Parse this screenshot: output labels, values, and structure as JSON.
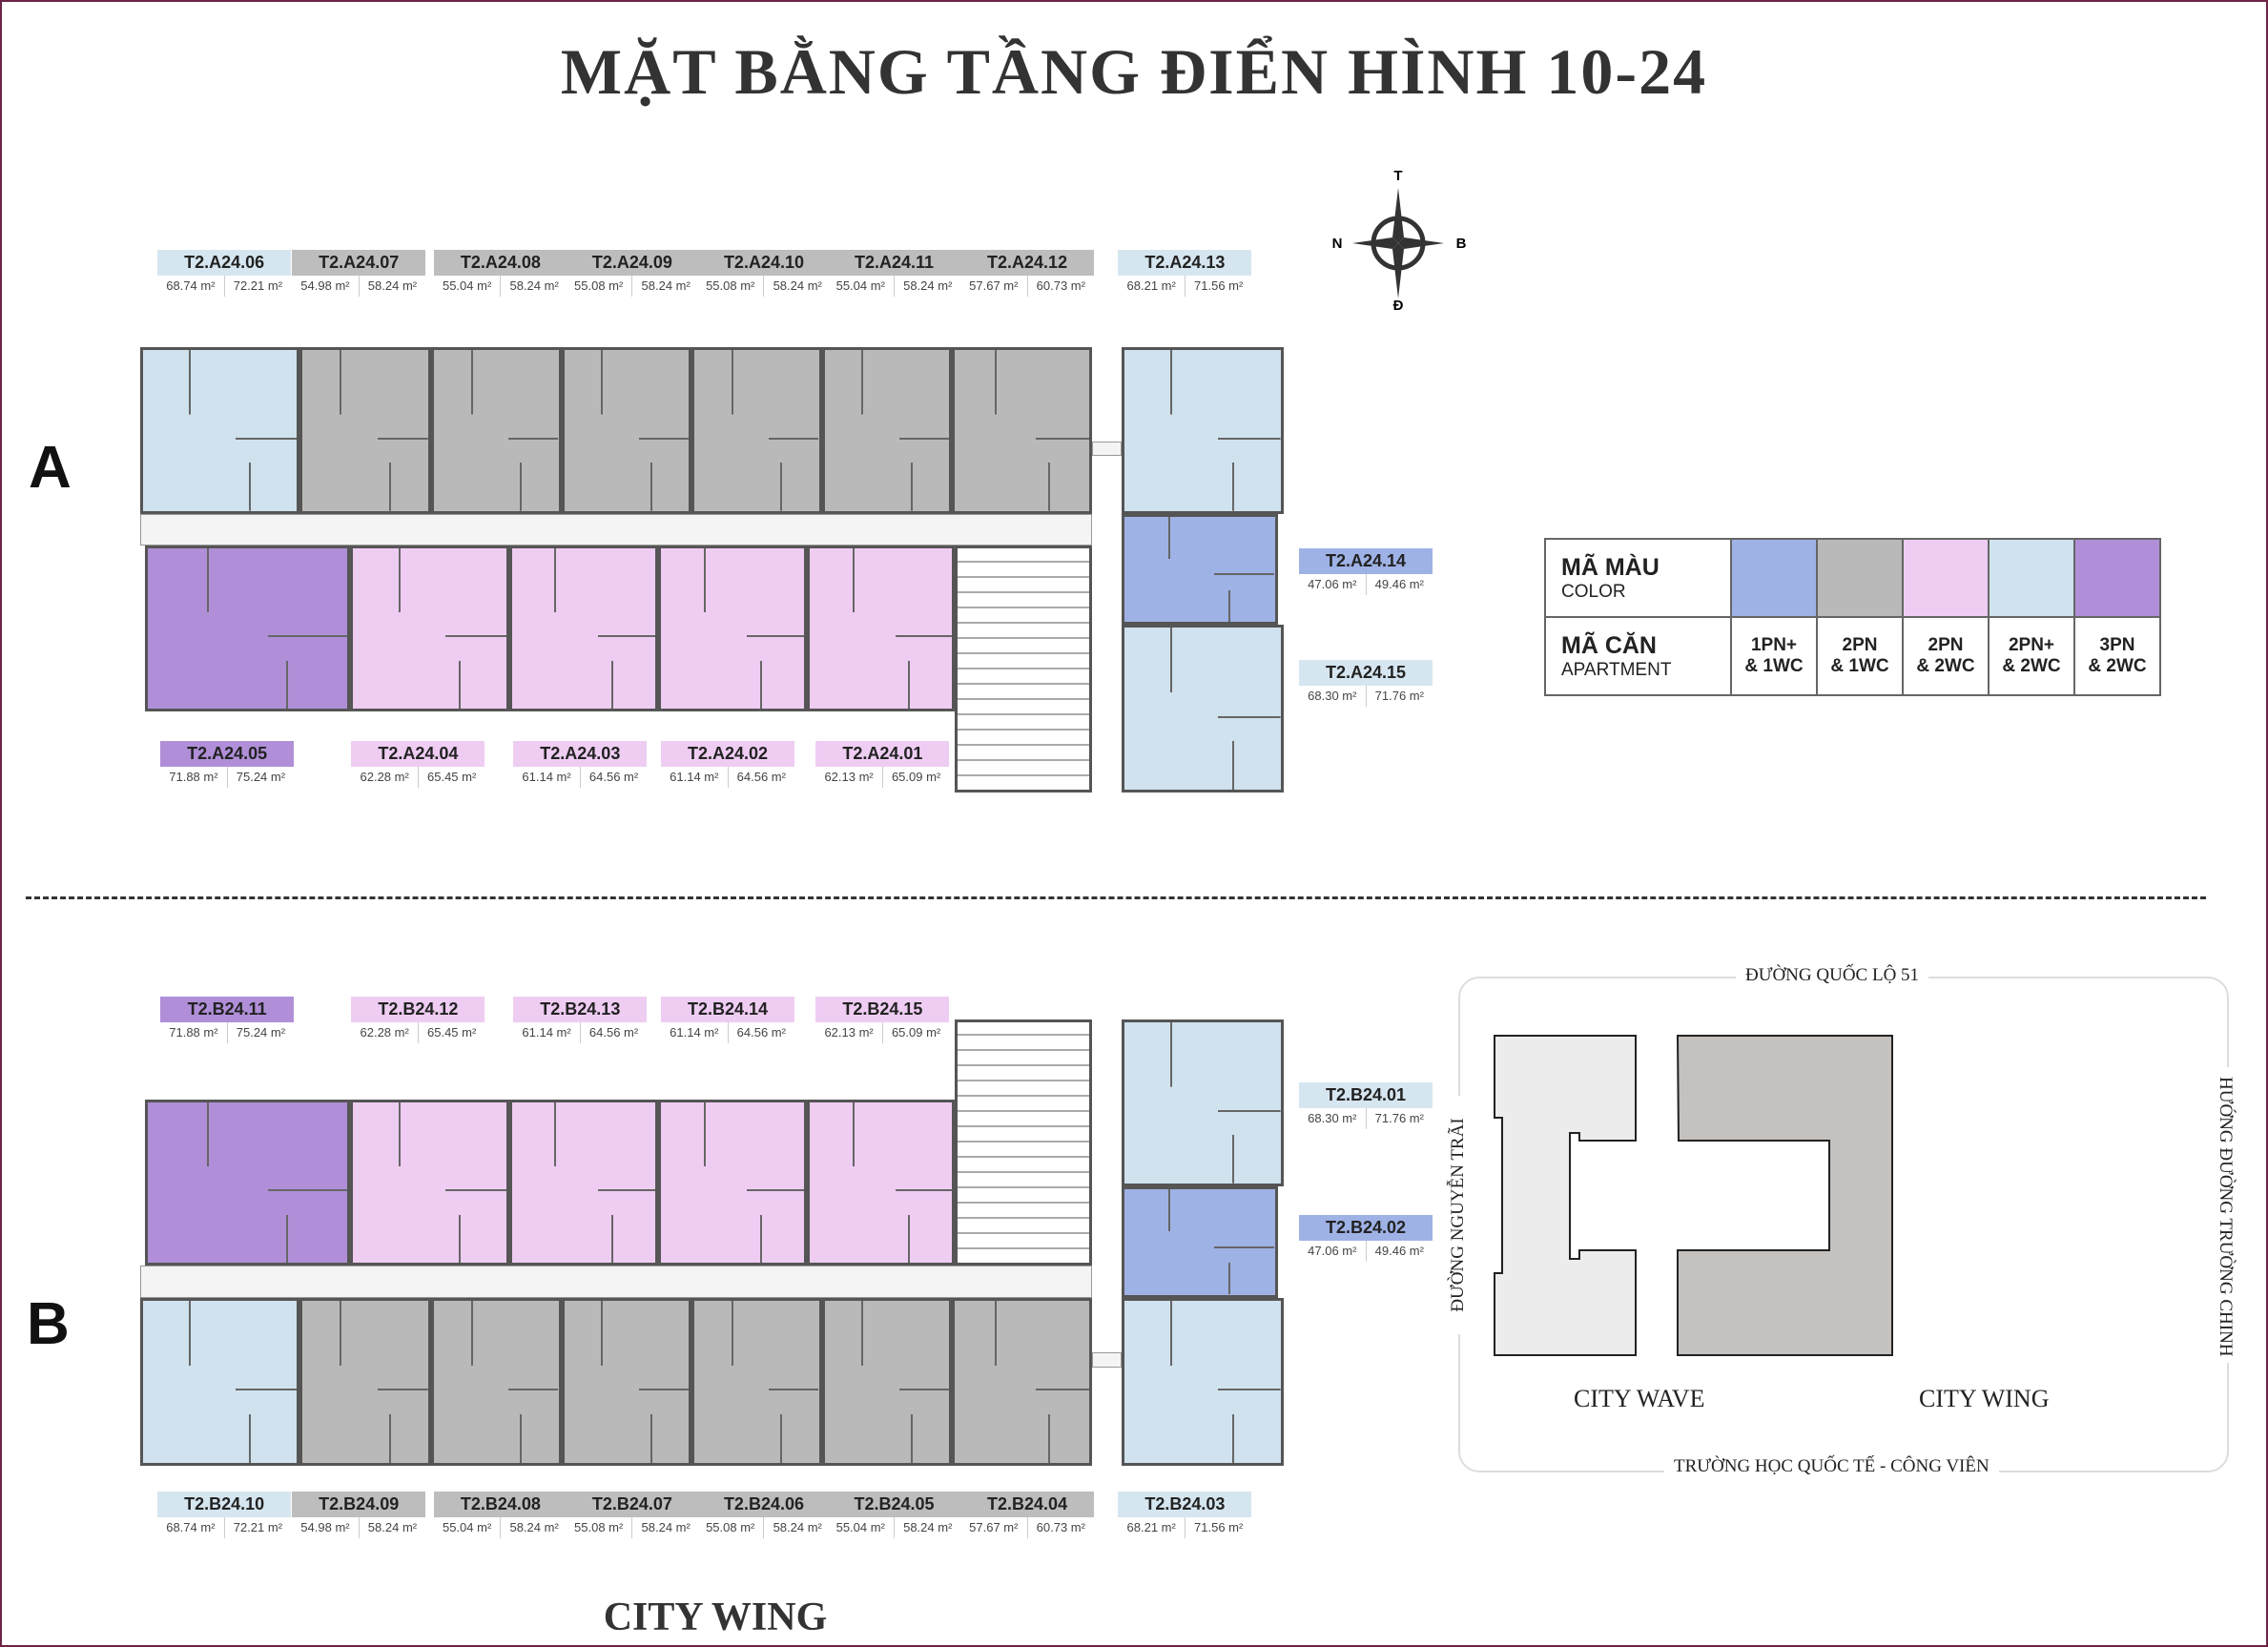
{
  "title": "MẶT BẰNG TẦNG ĐIỂN HÌNH 10-24",
  "compass": {
    "north": "T",
    "south": "Đ",
    "west": "N",
    "east": "B"
  },
  "colors": {
    "1pn1wc": "#9fb2e6",
    "2pn1wc": "#b9b9b9",
    "2pn2wc": "#efcdf3",
    "2pnp2wc": "#cfe2ee",
    "3pn2wc": "#b08fd8"
  },
  "label_colors": {
    "1pn1wc": "#9fb2e6",
    "2pn1wc": "#bdbdbd",
    "2pn2wc": "#efcdf3",
    "2pnp2wc": "#d6e6f0",
    "3pn2wc": "#b08fd8"
  },
  "wings": {
    "A": {
      "letter": "A",
      "units": [
        {
          "code": "T2.A24.06",
          "areas": [
            "68.74 m²",
            "72.21 m²"
          ],
          "type": "2pnp2wc"
        },
        {
          "code": "T2.A24.07",
          "areas": [
            "54.98 m²",
            "58.24 m²"
          ],
          "type": "2pn1wc"
        },
        {
          "code": "T2.A24.08",
          "areas": [
            "55.04 m²",
            "58.24 m²"
          ],
          "type": "2pn1wc"
        },
        {
          "code": "T2.A24.09",
          "areas": [
            "55.08 m²",
            "58.24 m²"
          ],
          "type": "2pn1wc"
        },
        {
          "code": "T2.A24.10",
          "areas": [
            "55.08 m²",
            "58.24 m²"
          ],
          "type": "2pn1wc"
        },
        {
          "code": "T2.A24.11",
          "areas": [
            "55.04 m²",
            "58.24 m²"
          ],
          "type": "2pn1wc"
        },
        {
          "code": "T2.A24.12",
          "areas": [
            "57.67 m²",
            "60.73 m²"
          ],
          "type": "2pn1wc"
        },
        {
          "code": "T2.A24.13",
          "areas": [
            "68.21 m²",
            "71.56 m²"
          ],
          "type": "2pnp2wc"
        },
        {
          "code": "T2.A24.14",
          "areas": [
            "47.06 m²",
            "49.46 m²"
          ],
          "type": "1pn1wc"
        },
        {
          "code": "T2.A24.15",
          "areas": [
            "68.30 m²",
            "71.76 m²"
          ],
          "type": "2pnp2wc"
        },
        {
          "code": "T2.A24.05",
          "areas": [
            "71.88 m²",
            "75.24 m²"
          ],
          "type": "3pn2wc"
        },
        {
          "code": "T2.A24.04",
          "areas": [
            "62.28 m²",
            "65.45 m²"
          ],
          "type": "2pn2wc"
        },
        {
          "code": "T2.A24.03",
          "areas": [
            "61.14 m²",
            "64.56 m²"
          ],
          "type": "2pn2wc"
        },
        {
          "code": "T2.A24.02",
          "areas": [
            "61.14 m²",
            "64.56 m²"
          ],
          "type": "2pn2wc"
        },
        {
          "code": "T2.A24.01",
          "areas": [
            "62.13 m²",
            "65.09 m²"
          ],
          "type": "2pn2wc"
        }
      ]
    },
    "B": {
      "letter": "B",
      "units": [
        {
          "code": "T2.B24.11",
          "areas": [
            "71.88 m²",
            "75.24 m²"
          ],
          "type": "3pn2wc"
        },
        {
          "code": "T2.B24.12",
          "areas": [
            "62.28 m²",
            "65.45 m²"
          ],
          "type": "2pn2wc"
        },
        {
          "code": "T2.B24.13",
          "areas": [
            "61.14 m²",
            "64.56 m²"
          ],
          "type": "2pn2wc"
        },
        {
          "code": "T2.B24.14",
          "areas": [
            "61.14 m²",
            "64.56 m²"
          ],
          "type": "2pn2wc"
        },
        {
          "code": "T2.B24.15",
          "areas": [
            "62.13 m²",
            "65.09 m²"
          ],
          "type": "2pn2wc"
        },
        {
          "code": "T2.B24.01",
          "areas": [
            "68.30 m²",
            "71.76 m²"
          ],
          "type": "2pnp2wc"
        },
        {
          "code": "T2.B24.02",
          "areas": [
            "47.06 m²",
            "49.46 m²"
          ],
          "type": "1pn1wc"
        },
        {
          "code": "T2.B24.10",
          "areas": [
            "68.74 m²",
            "72.21 m²"
          ],
          "type": "2pnp2wc"
        },
        {
          "code": "T2.B24.09",
          "areas": [
            "54.98 m²",
            "58.24 m²"
          ],
          "type": "2pn1wc"
        },
        {
          "code": "T2.B24.08",
          "areas": [
            "55.04 m²",
            "58.24 m²"
          ],
          "type": "2pn1wc"
        },
        {
          "code": "T2.B24.07",
          "areas": [
            "55.08 m²",
            "58.24 m²"
          ],
          "type": "2pn1wc"
        },
        {
          "code": "T2.B24.06",
          "areas": [
            "55.08 m²",
            "58.24 m²"
          ],
          "type": "2pn1wc"
        },
        {
          "code": "T2.B24.05",
          "areas": [
            "55.04 m²",
            "58.24 m²"
          ],
          "type": "2pn1wc"
        },
        {
          "code": "T2.B24.04",
          "areas": [
            "57.67 m²",
            "60.73 m²"
          ],
          "type": "2pn1wc"
        },
        {
          "code": "T2.B24.03",
          "areas": [
            "68.21 m²",
            "71.56 m²"
          ],
          "type": "2pnp2wc"
        }
      ]
    }
  },
  "legend": {
    "color_title": "MÃ MÀU",
    "color_subtitle": "COLOR",
    "apt_title": "MÃ CĂN",
    "apt_subtitle": "APARTMENT",
    "types": [
      {
        "key": "1pn1wc",
        "line1": "1PN+",
        "line2": "& 1WC"
      },
      {
        "key": "2pn1wc",
        "line1": "2PN",
        "line2": "& 1WC"
      },
      {
        "key": "2pn2wc",
        "line1": "2PN",
        "line2": "& 2WC"
      },
      {
        "key": "2pnp2wc",
        "line1": "2PN+",
        "line2": "& 2WC"
      },
      {
        "key": "3pn2wc",
        "line1": "3PN",
        "line2": "& 2WC"
      }
    ]
  },
  "site_map": {
    "road_top": "ĐƯỜNG QUỐC LỘ 51",
    "road_bottom": "TRƯỜNG HỌC QUỐC TẾ - CÔNG VIÊN",
    "road_left": "ĐƯỜNG NGUYỄN TRÃI",
    "road_right": "HƯỚNG ĐƯỜNG TRƯỜNG CHINH",
    "building_left": "CITY WAVE",
    "building_right": "CITY WING",
    "building_left_color": "#ececec",
    "building_right_color": "#c4c1bf"
  },
  "caption": "CITY WING"
}
